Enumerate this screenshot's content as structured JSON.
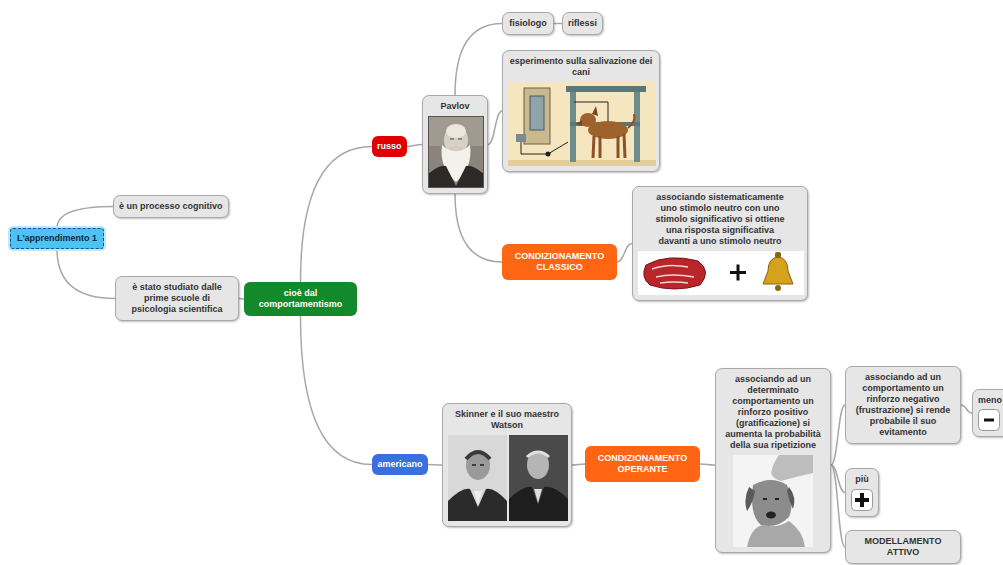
{
  "diagram": {
    "nodes": [
      {
        "text": [
          "L'apprendimento 1"
        ]
      },
      {
        "text": [
          "è un processo cognitivo"
        ]
      },
      {
        "text": [
          "è stato studiato dalle prime scuole di psicologia scientifica"
        ]
      },
      {
        "text": [
          "cioè dal comportamentismo"
        ]
      },
      {
        "text": [
          "russo"
        ]
      },
      {
        "text": [
          "Pavlov"
        ]
      },
      {
        "text": [
          "fisiologo"
        ]
      },
      {
        "text": [
          "riflessi"
        ]
      },
      {
        "text": [
          "esperimento sulla salivazione dei cani"
        ]
      },
      {
        "text": [
          "CONDIZIONAMENTO CLASSICO"
        ]
      },
      {
        "text": [
          "associando sistematicamente uno stimolo neutro con uno stimolo significativo si ottiene una risposta significativa davanti a uno stimolo neutro"
        ]
      },
      {
        "text": [
          "americano"
        ]
      },
      {
        "text": [
          "Skinner e il suo maestro Watson"
        ]
      },
      {
        "text": [
          "CONDIZIONAMENTO OPERANTE"
        ]
      },
      {
        "text": [
          "associando ad un determinato comportamento un rinforzo positivo (gratificazione) si aumenta la probabilità della sua ripetizione"
        ]
      },
      {
        "text": [
          "associando ad un comportamento un rinforzo negativo (frustrazione) si rende probabile il suo evitamento"
        ]
      },
      {
        "text": [
          "meno"
        ]
      },
      {
        "text": [
          "più"
        ]
      },
      {
        "text": [
          "MODELLAMENTO ATTIVO"
        ]
      }
    ],
    "edges": [
      {
        "from": 0,
        "to": 1,
        "arrow": "none"
      },
      {
        "from": 0,
        "to": 2,
        "arrow": "none"
      },
      {
        "from": 2,
        "to": 3,
        "arrow": "none"
      },
      {
        "from": 3,
        "to": 4,
        "arrow": "none"
      },
      {
        "from": 4,
        "to": 5,
        "arrow": "none"
      },
      {
        "from": 5,
        "to": 6,
        "arrow": "none"
      },
      {
        "from": 6,
        "to": 7,
        "arrow": "none"
      },
      {
        "from": 5,
        "to": 8,
        "arrow": "none"
      },
      {
        "from": 5,
        "to": 9,
        "arrow": "none"
      },
      {
        "from": 9,
        "to": 10,
        "arrow": "none"
      },
      {
        "from": 3,
        "to": 11,
        "arrow": "none"
      },
      {
        "from": 11,
        "to": 12,
        "arrow": "none"
      },
      {
        "from": 12,
        "to": 13,
        "arrow": "none"
      },
      {
        "from": 13,
        "to": 14,
        "arrow": "none"
      },
      {
        "from": 14,
        "to": 15,
        "arrow": "none"
      },
      {
        "from": 15,
        "to": 16,
        "arrow": "none"
      },
      {
        "from": 14,
        "to": 17,
        "arrow": "none"
      },
      {
        "from": 14,
        "to": 18,
        "arrow": "none"
      }
    ]
  }
}
